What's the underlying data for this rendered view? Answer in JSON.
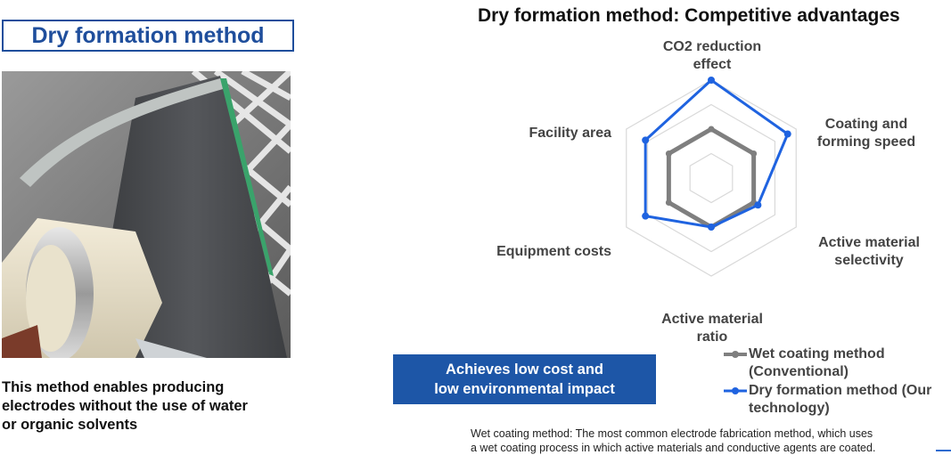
{
  "left_panel": {
    "title": "Dry formation method",
    "caption": "This method enables producing\nelectrodes without the use of water\nor organic solvents"
  },
  "chart_data": {
    "type": "radar",
    "title": "Dry formation method: Competitive advantages",
    "axes": [
      "CO2 reduction\neffect",
      "Coating and\nforming speed",
      "Active material\nselectivity",
      "Active material\nratio",
      "Equipment costs",
      "Facility area"
    ],
    "rings": 4,
    "range": [
      0,
      4
    ],
    "series": [
      {
        "name": "Wet coating method\n(Conventional)",
        "color": "#7f7f7f",
        "values": [
          2,
          2,
          2,
          2,
          2,
          2
        ]
      },
      {
        "name": "Dry formation method (Our\ntechnology)",
        "color": "#1f63e0",
        "values": [
          4,
          3.6,
          2.2,
          2,
          3.1,
          3.1
        ]
      }
    ],
    "grid": true,
    "legend": "bottom-right"
  },
  "highlight": "Achieves low cost and\nlow environmental impact",
  "footnote": "Wet coating method: The most common electrode fabrication method, which uses\na wet coating process in which active materials and conductive agents are coated.",
  "icons": {
    "photo": "electrode-roll-photo"
  }
}
